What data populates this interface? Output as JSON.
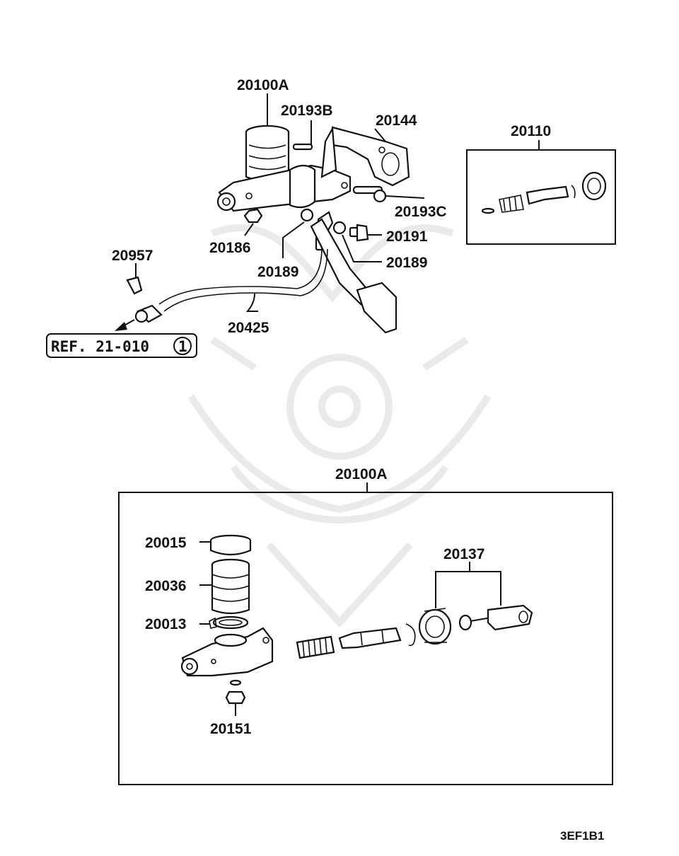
{
  "diagram": {
    "top_labels": {
      "p20100A": "20100A",
      "p20193B": "20193B",
      "p20144": "20144",
      "p20110": "20110",
      "p20193C": "20193C",
      "p20186": "20186",
      "p20191": "20191",
      "p20189a": "20189",
      "p20189b": "20189",
      "p20957": "20957",
      "p20425": "20425"
    },
    "reference": {
      "text": "REF. 21-010",
      "circle_num": "1"
    },
    "detail": {
      "title": "20100A",
      "labels": {
        "p20015": "20015",
        "p20036": "20036",
        "p20013": "20013",
        "p20137": "20137",
        "p20151": "20151"
      }
    },
    "diagram_code": "3EF1B1"
  }
}
